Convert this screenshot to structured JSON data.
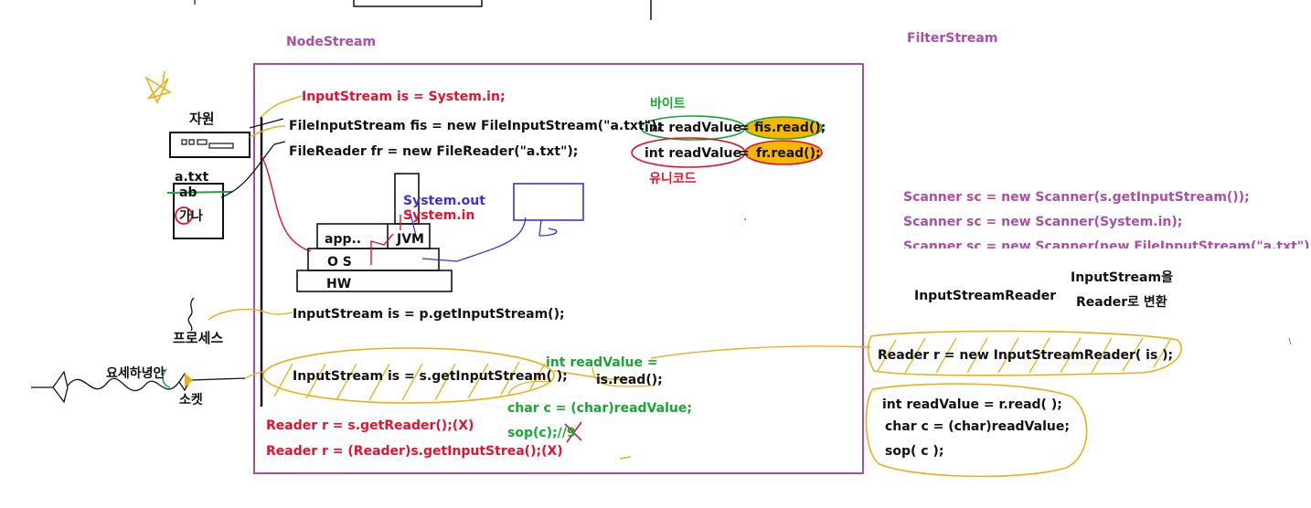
{
  "headings": {
    "node_stream": "NodeStream",
    "filter_stream": "FilterStream"
  },
  "resources": {
    "resource_label": "자원",
    "file_name": "a.txt",
    "file_bytes": "ab",
    "file_chars": "가나",
    "process_label": "프로세스",
    "socket_label": "소켓",
    "socket_message": "요세하녕안"
  },
  "code": {
    "line1": "InputStream is = System.in;",
    "line2": "FileInputStream fis = new FileInputStream(\"a.txt\");",
    "line3": "FileReader fr = new FileReader(\"a.txt\");",
    "line4": "InputStream is = p.getInputStream();",
    "line5": "InputStream is =  s.getInputStream( );",
    "line6": "Reader r = s.getReader();(X)",
    "line7": "Reader r = (Reader)s.getInputStrea();(X)"
  },
  "read_example": {
    "byte_label": "바이트",
    "unicode_label": "유니코드",
    "fis_lhs": "int readValue",
    "fis_rhs": "fis.read();",
    "fr_lhs": "int readValue",
    "fr_rhs": "fr.read();",
    "eq": "="
  },
  "stack": {
    "system_out": "System.out",
    "system_in": "System.in",
    "app": "app..",
    "jvm": "JVM",
    "os": "O S",
    "hw": "HW"
  },
  "socket_read": {
    "line1": "int readValue =",
    "line2": "is.read();",
    "line3": "char c = (char)readValue;",
    "line4": "sop(c);//",
    "line4_struck": "9"
  },
  "filter": {
    "scanner1": "Scanner sc  = new Scanner(s.getInputStream());",
    "scanner2": "Scanner sc  = new Scanner(System.in);",
    "scanner3": "Scanner sc  = new Scanner(new FileInputStream(\"a.txt\"));",
    "isr_title": "InputStreamReader",
    "isr_note1": "InputStream을",
    "isr_note2": "Reader로 변환",
    "reader_line": "Reader r = new InputStreamReader( is );",
    "read1": "int readValue = r.read( );",
    "read2": "char c = (char)readValue;",
    "read3": "sop( c );"
  },
  "colors": {
    "box_border": "#a94fa9",
    "heading": "#a94fa9",
    "code_red": "#e8112d",
    "code_green": "#1aa534",
    "code_blue": "#3a33d1",
    "highlight_yellow": "#f5b800",
    "sketch_yellow": "#e6b01a"
  }
}
